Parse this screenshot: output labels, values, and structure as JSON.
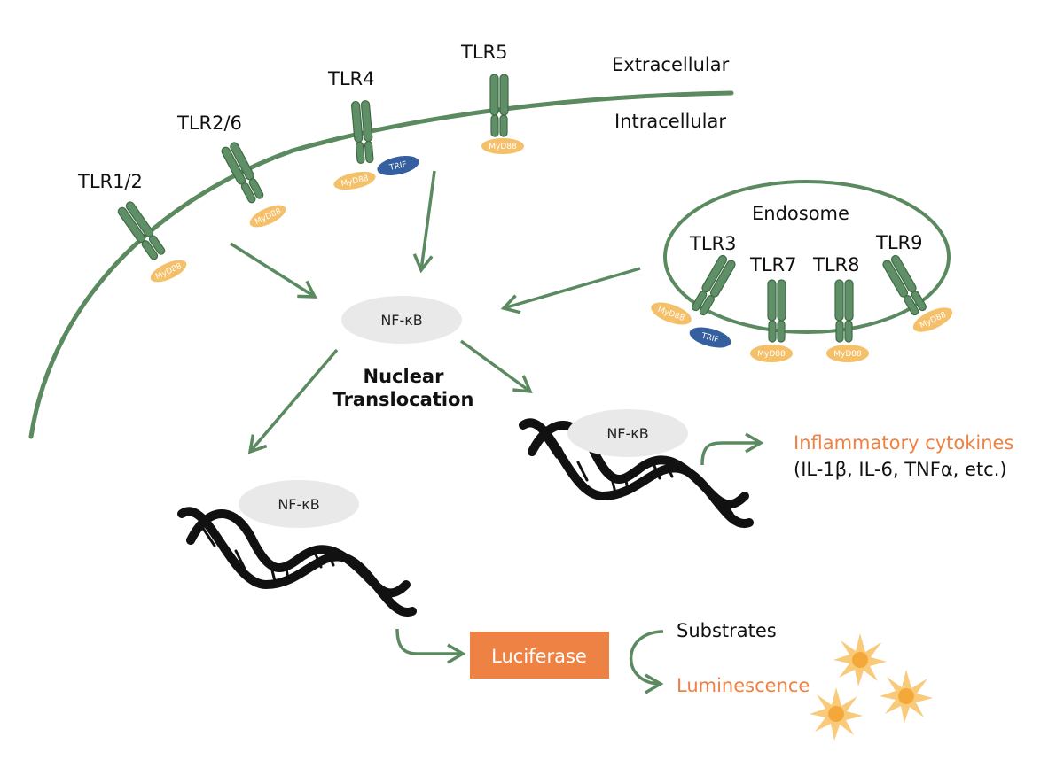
{
  "colors": {
    "membrane": "#5b8a60",
    "receptor": "#5f8f66",
    "receptor_dark": "#3f6a45",
    "myd88": "#f5c06a",
    "trif": "#355f9e",
    "nfkb": "#e9e9e9",
    "accent_orange": "#ee8244",
    "dna": "#111111",
    "star": "#f7c46c"
  },
  "labels": {
    "extracellular": "Extracellular",
    "intracellular": "Intracellular",
    "endosome": "Endosome",
    "nuclear_translocation_line1": "Nuclear",
    "nuclear_translocation_line2": "Translocation",
    "inflammatory_cytokines": "Inflammatory cytokines",
    "cytokine_examples": "(IL-1β, IL-6, TNFα, etc.)",
    "luciferase": "Luciferase",
    "substrates": "Substrates",
    "luminescence": "Luminescence"
  },
  "receptors": {
    "tlr1_2": "TLR1/2",
    "tlr2_6": "TLR2/6",
    "tlr4": "TLR4",
    "tlr5": "TLR5",
    "tlr3": "TLR3",
    "tlr7": "TLR7",
    "tlr8": "TLR8",
    "tlr9": "TLR9"
  },
  "adaptors": {
    "myd88": "MyD88",
    "trif": "TRIF"
  },
  "nfkb": {
    "cytoplasm": "NF-κB",
    "upper_dna": "NF-κB",
    "lower_dna": "NF-κB"
  }
}
